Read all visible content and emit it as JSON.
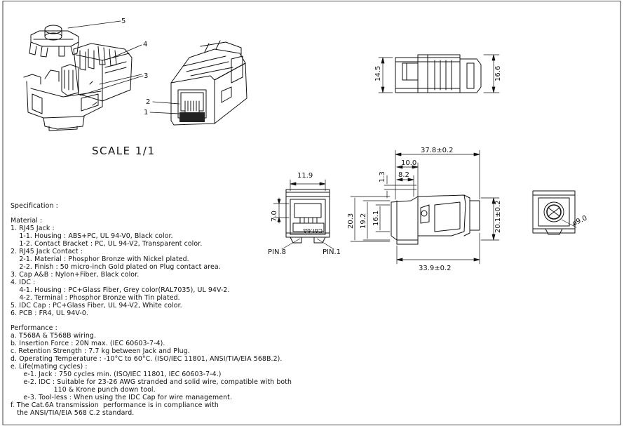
{
  "callouts": [
    "1",
    "2",
    "3",
    "4",
    "5"
  ],
  "scale_label": "SCALE  1/1",
  "dimensions": {
    "side_height_a": "14.5",
    "side_height_b": "16.6",
    "front_width": "11.9",
    "front_opening": "7.0",
    "profile_total_length": "37.8±0.2",
    "profile_dim_10": "10.0",
    "profile_dim_8_2": "8.2",
    "profile_dim_1_3": "1.3",
    "profile_h_20_3": "20.3",
    "profile_h_19_2": "19.2",
    "profile_h_16_1": "16.1",
    "profile_h_20_1": "20.1±0.2",
    "profile_bottom_length": "33.9±0.2",
    "rear_diameter": "ø9.0"
  },
  "pin_labels": {
    "left": "PIN.8",
    "right": "PIN.1"
  },
  "jack_marking": "CAT.6A",
  "spec": {
    "heading": "Specification :",
    "lines": [
      "Material :",
      "1. RJ45 Jack :",
      "    1-1. Housing : ABS+PC, UL 94-V0, Black color.",
      "    1-2. Contact Bracket : PC, UL 94-V2, Transparent color.",
      "2. RJ45 Jack Contact :",
      "    2-1. Material : Phosphor Bronze with Nickel plated.",
      "    2-2. Finish : 50 micro-inch Gold plated on Plug contact area.",
      "3. Cap A&B : Nylon+Fiber, Black color.",
      "4. IDC :",
      "    4-1. Housing : PC+Glass Fiber, Grey color(RAL7035), UL 94V-2.",
      "    4-2. Terminal : Phosphor Bronze with Tin plated.",
      "5. IDC Cap : PC+Glass Fiber, UL 94-V2, White color.",
      "6. PCB : FR4, UL 94V-0."
    ]
  },
  "performance": {
    "heading": "Performance :",
    "lines": [
      "a. T568A & T568B wiring.",
      "b. Insertion Force : 20N max. (IEC 60603-7-4).",
      "c. Retention Strength : 7.7 kg between Jack and Plug.",
      "d. Operating Temperature : -10°C to 60°C. (ISO/IEC 11801, ANSI/TIA/EIA 568B.2).",
      "e. Life(mating cycles) :",
      "      e-1. Jack : 750 cycles min. (ISO/IEC 11801, IEC 60603-7-4.)",
      "      e-2. IDC : Suitable for 23-26 AWG stranded and solid wire, compatible with both",
      "                    110 & Krone punch down tool.",
      "      e-3. Tool-less : When using the IDC Cap for wire management.",
      "f. The Cat.6A transmission  performance is in compliance with",
      "   the ANSI/TIA/EIA 568 C.2 standard."
    ]
  }
}
